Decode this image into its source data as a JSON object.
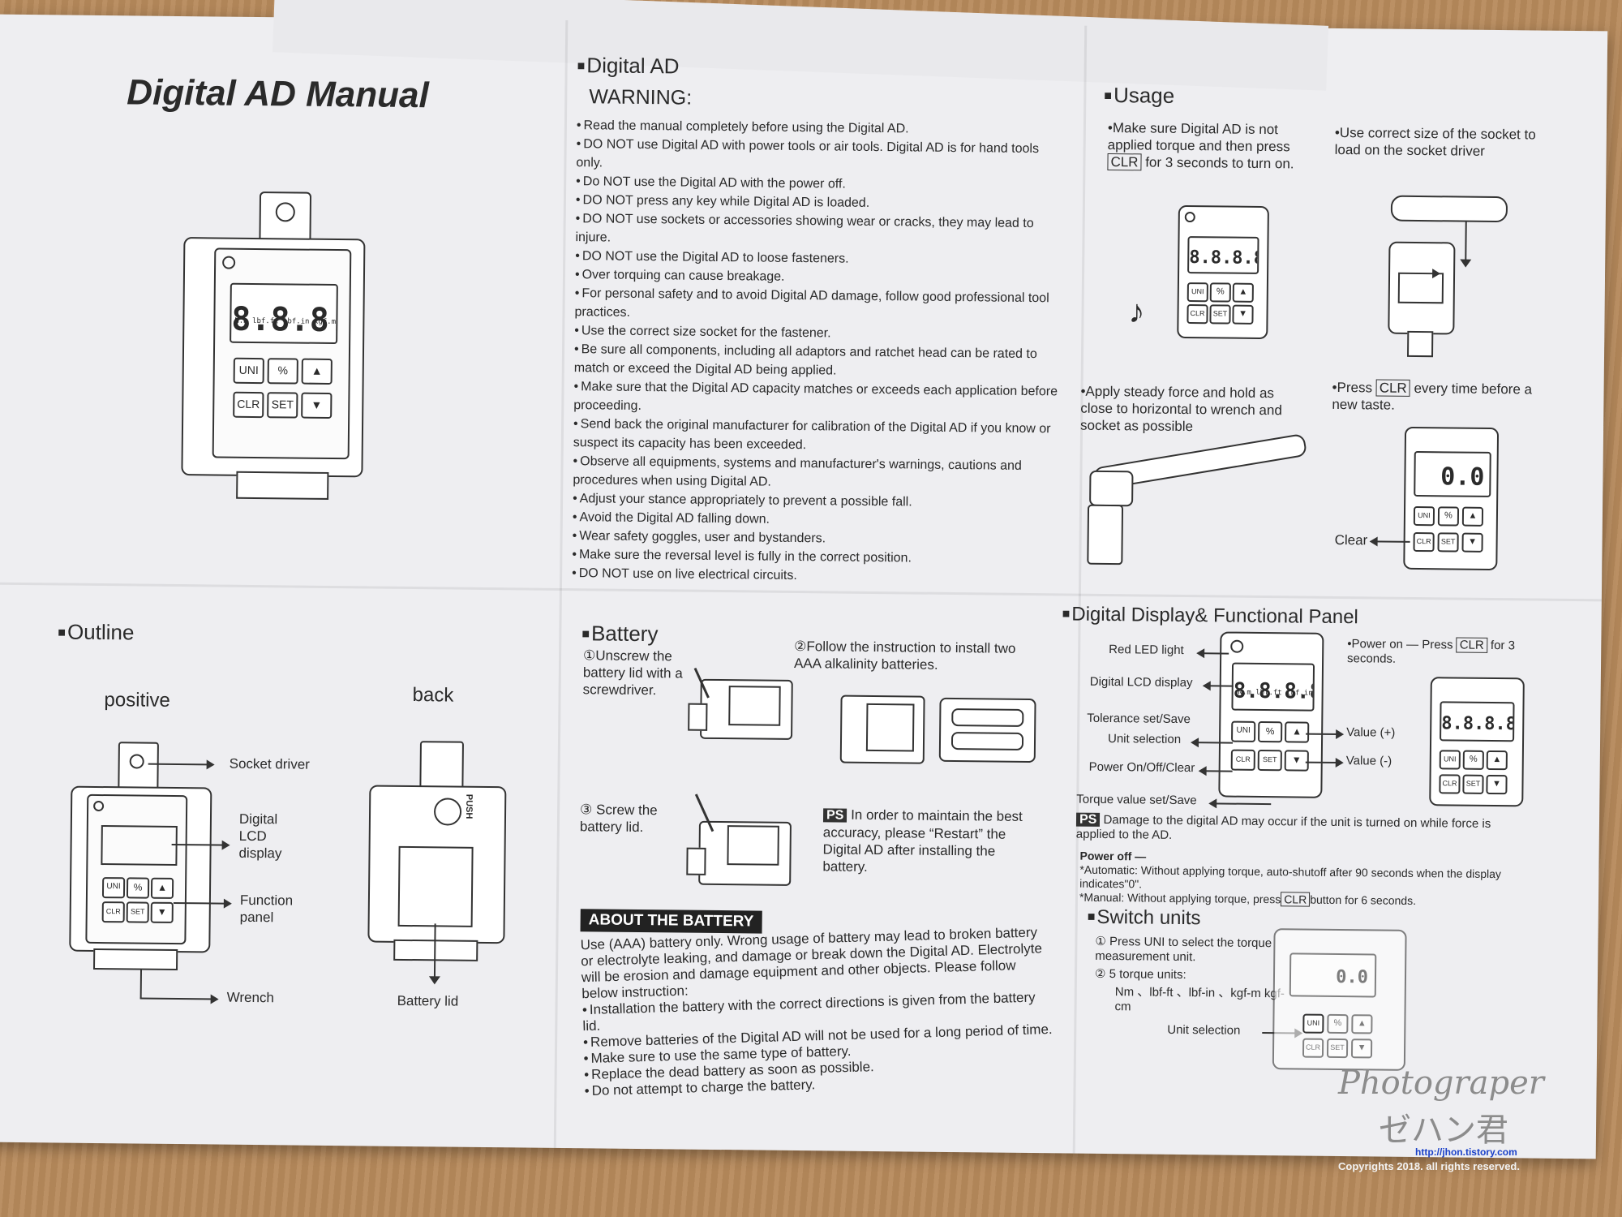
{
  "manual": {
    "title": "Digital AD Manual",
    "warning": {
      "heading": "Digital AD",
      "subheading": "WARNING:",
      "items": [
        "Read the manual completely before using the Digital AD.",
        "DO NOT use Digital AD with power tools or air tools. Digital AD is for hand tools only.",
        "Do NOT use the Digital AD with the power off.",
        "DO NOT press any key while Digital AD is loaded.",
        "DO NOT use sockets or accessories showing wear or cracks, they may lead to injure.",
        "DO NOT use the Digital AD to loose fasteners.",
        "Over torquing can cause breakage.",
        "For personal safety and to avoid Digital AD damage, follow good professional tool practices.",
        "Use the correct size socket for the fastener.",
        "Be sure all components, including all adaptors and ratchet head can be rated to match or exceed the Digital AD being applied.",
        "Make sure that the Digital AD capacity matches or exceeds each application before proceeding.",
        "Send back the original manufacturer for calibration of the Digital AD if you know or suspect its capacity has been exceeded.",
        "Observe all equipments, systems and manufacturer's warnings, cautions and procedures when using Digital AD.",
        "Adjust your stance appropriately to prevent a possible fall.",
        "Avoid the Digital AD falling down.",
        "Wear safety goggles, user and bystanders.",
        "Make sure the reversal level is fully in the correct position.",
        "DO NOT use on live electrical circuits."
      ]
    },
    "usage": {
      "heading": "Usage",
      "step1_a": "Make sure Digital AD  is not applied torque and then press",
      "step1_key": "CLR",
      "step1_b": "for 3 seconds to turn on.",
      "step2": "Use correct size of the socket to load on the socket driver",
      "step3": "Apply steady force and hold as close to horizontal to wrench and socket as possible",
      "step4_a": "Press",
      "step4_key": "CLR",
      "step4_b": "every time before a new taste.",
      "clear_label": "Clear",
      "display_zero": "0.0"
    },
    "outline": {
      "heading": "Outline",
      "positive": "positive",
      "back": "back",
      "socket_driver": "Socket driver",
      "digital_lcd": "Digital LCD display",
      "function_panel": "Function panel",
      "wrench": "Wrench",
      "battery_lid": "Battery lid",
      "push": "PUSH"
    },
    "battery": {
      "heading": "Battery",
      "step1": "①Unscrew the battery lid with a screwdriver.",
      "step2": "②Follow the instruction to install two AAA alkalinity batteries.",
      "step3": "③ Screw the battery lid.",
      "ps_tag": "PS",
      "ps_text": "In order to maintain the best accuracy, please “Restart” the Digital AD after installing the battery."
    },
    "about_battery": {
      "banner": "ABOUT THE BATTERY",
      "intro": "Use (AAA) battery only. Wrong usage of battery may lead to broken battery or electrolyte leaking, and damage or break down the Digital AD. Electrolyte will be erosion and damage equipment and other objects. Please follow below instruction:",
      "items": [
        "Installation the battery with the correct directions is given from the battery lid.",
        "Remove batteries of the Digital AD will not be used for a long period of time.",
        "Make sure to use the same type of battery.",
        "Replace the dead battery as soon as possible.",
        "Do not attempt to charge the battery."
      ]
    },
    "panel": {
      "heading": "Digital Display& Functional Panel",
      "red_led": "Red LED light",
      "lcd": "Digital LCD display",
      "tolerance": "Tolerance set/Save",
      "unit_sel": "Unit selection",
      "power": "Power On/Off/Clear",
      "torque": "Torque value set/Save",
      "value_plus": "Value (+)",
      "value_minus": "Value (-)",
      "power_on_a": "Power on — Press",
      "power_on_key": "CLR",
      "power_on_b": "for 3 seconds.",
      "ps_tag": "PS",
      "ps_text": "Damage to the digital AD may occur if the unit is turned on while force is applied to the AD.",
      "power_off_head": "Power off —",
      "power_off_auto": "*Automatic: Without applying torque, auto-shutoff after 90 seconds when the display indicates\"0\".",
      "power_off_manual_a": "*Manual: Without applying torque, press",
      "power_off_manual_key": "CLR",
      "power_off_manual_b": "button for 6 seconds."
    },
    "switch_units": {
      "heading": "Switch units",
      "step1": "① Press UNI to select the torque measurement unit.",
      "step2": "② 5 torque units:",
      "units": "Nm 、lbf-ft 、lbf-in 、kgf-m kgf-cm",
      "unit_selection": "Unit selection"
    },
    "device": {
      "units_row": "N.m  lbf.ft  lbf.in  kgf.m",
      "readout": "8.8.8.8",
      "btn_uni": "UNI",
      "btn_pct": "%",
      "btn_clr": "CLR",
      "btn_set": "SET",
      "btn_up": "▲",
      "btn_down": "▼"
    }
  },
  "watermark": {
    "line1": "Photograper",
    "line2": "ゼハン君",
    "url": "http://jhon.tistory.com",
    "copyright": "Copyrights 2018. all rights reserved."
  }
}
